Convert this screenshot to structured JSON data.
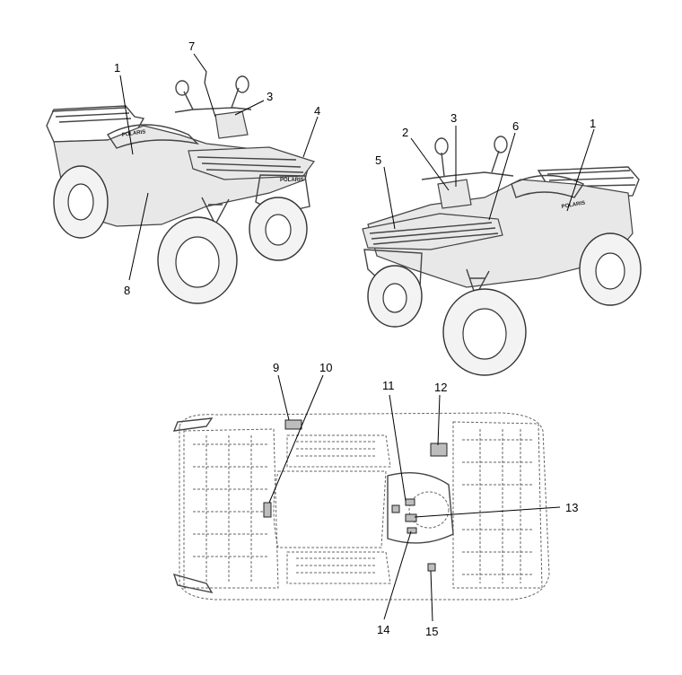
{
  "callouts": [
    {
      "id": "c1a",
      "label": "1"
    },
    {
      "id": "c7",
      "label": "7"
    },
    {
      "id": "c3a",
      "label": "3"
    },
    {
      "id": "c4",
      "label": "4"
    },
    {
      "id": "c8",
      "label": "8"
    },
    {
      "id": "c3b",
      "label": "3"
    },
    {
      "id": "c2",
      "label": "2"
    },
    {
      "id": "c6",
      "label": "6"
    },
    {
      "id": "c1b",
      "label": "1"
    },
    {
      "id": "c5",
      "label": "5"
    },
    {
      "id": "c9",
      "label": "9"
    },
    {
      "id": "c10",
      "label": "10"
    },
    {
      "id": "c11",
      "label": "11"
    },
    {
      "id": "c12",
      "label": "12"
    },
    {
      "id": "c13",
      "label": "13"
    },
    {
      "id": "c14",
      "label": "14"
    },
    {
      "id": "c15",
      "label": "15"
    }
  ],
  "brand_decal": "POLARIS"
}
